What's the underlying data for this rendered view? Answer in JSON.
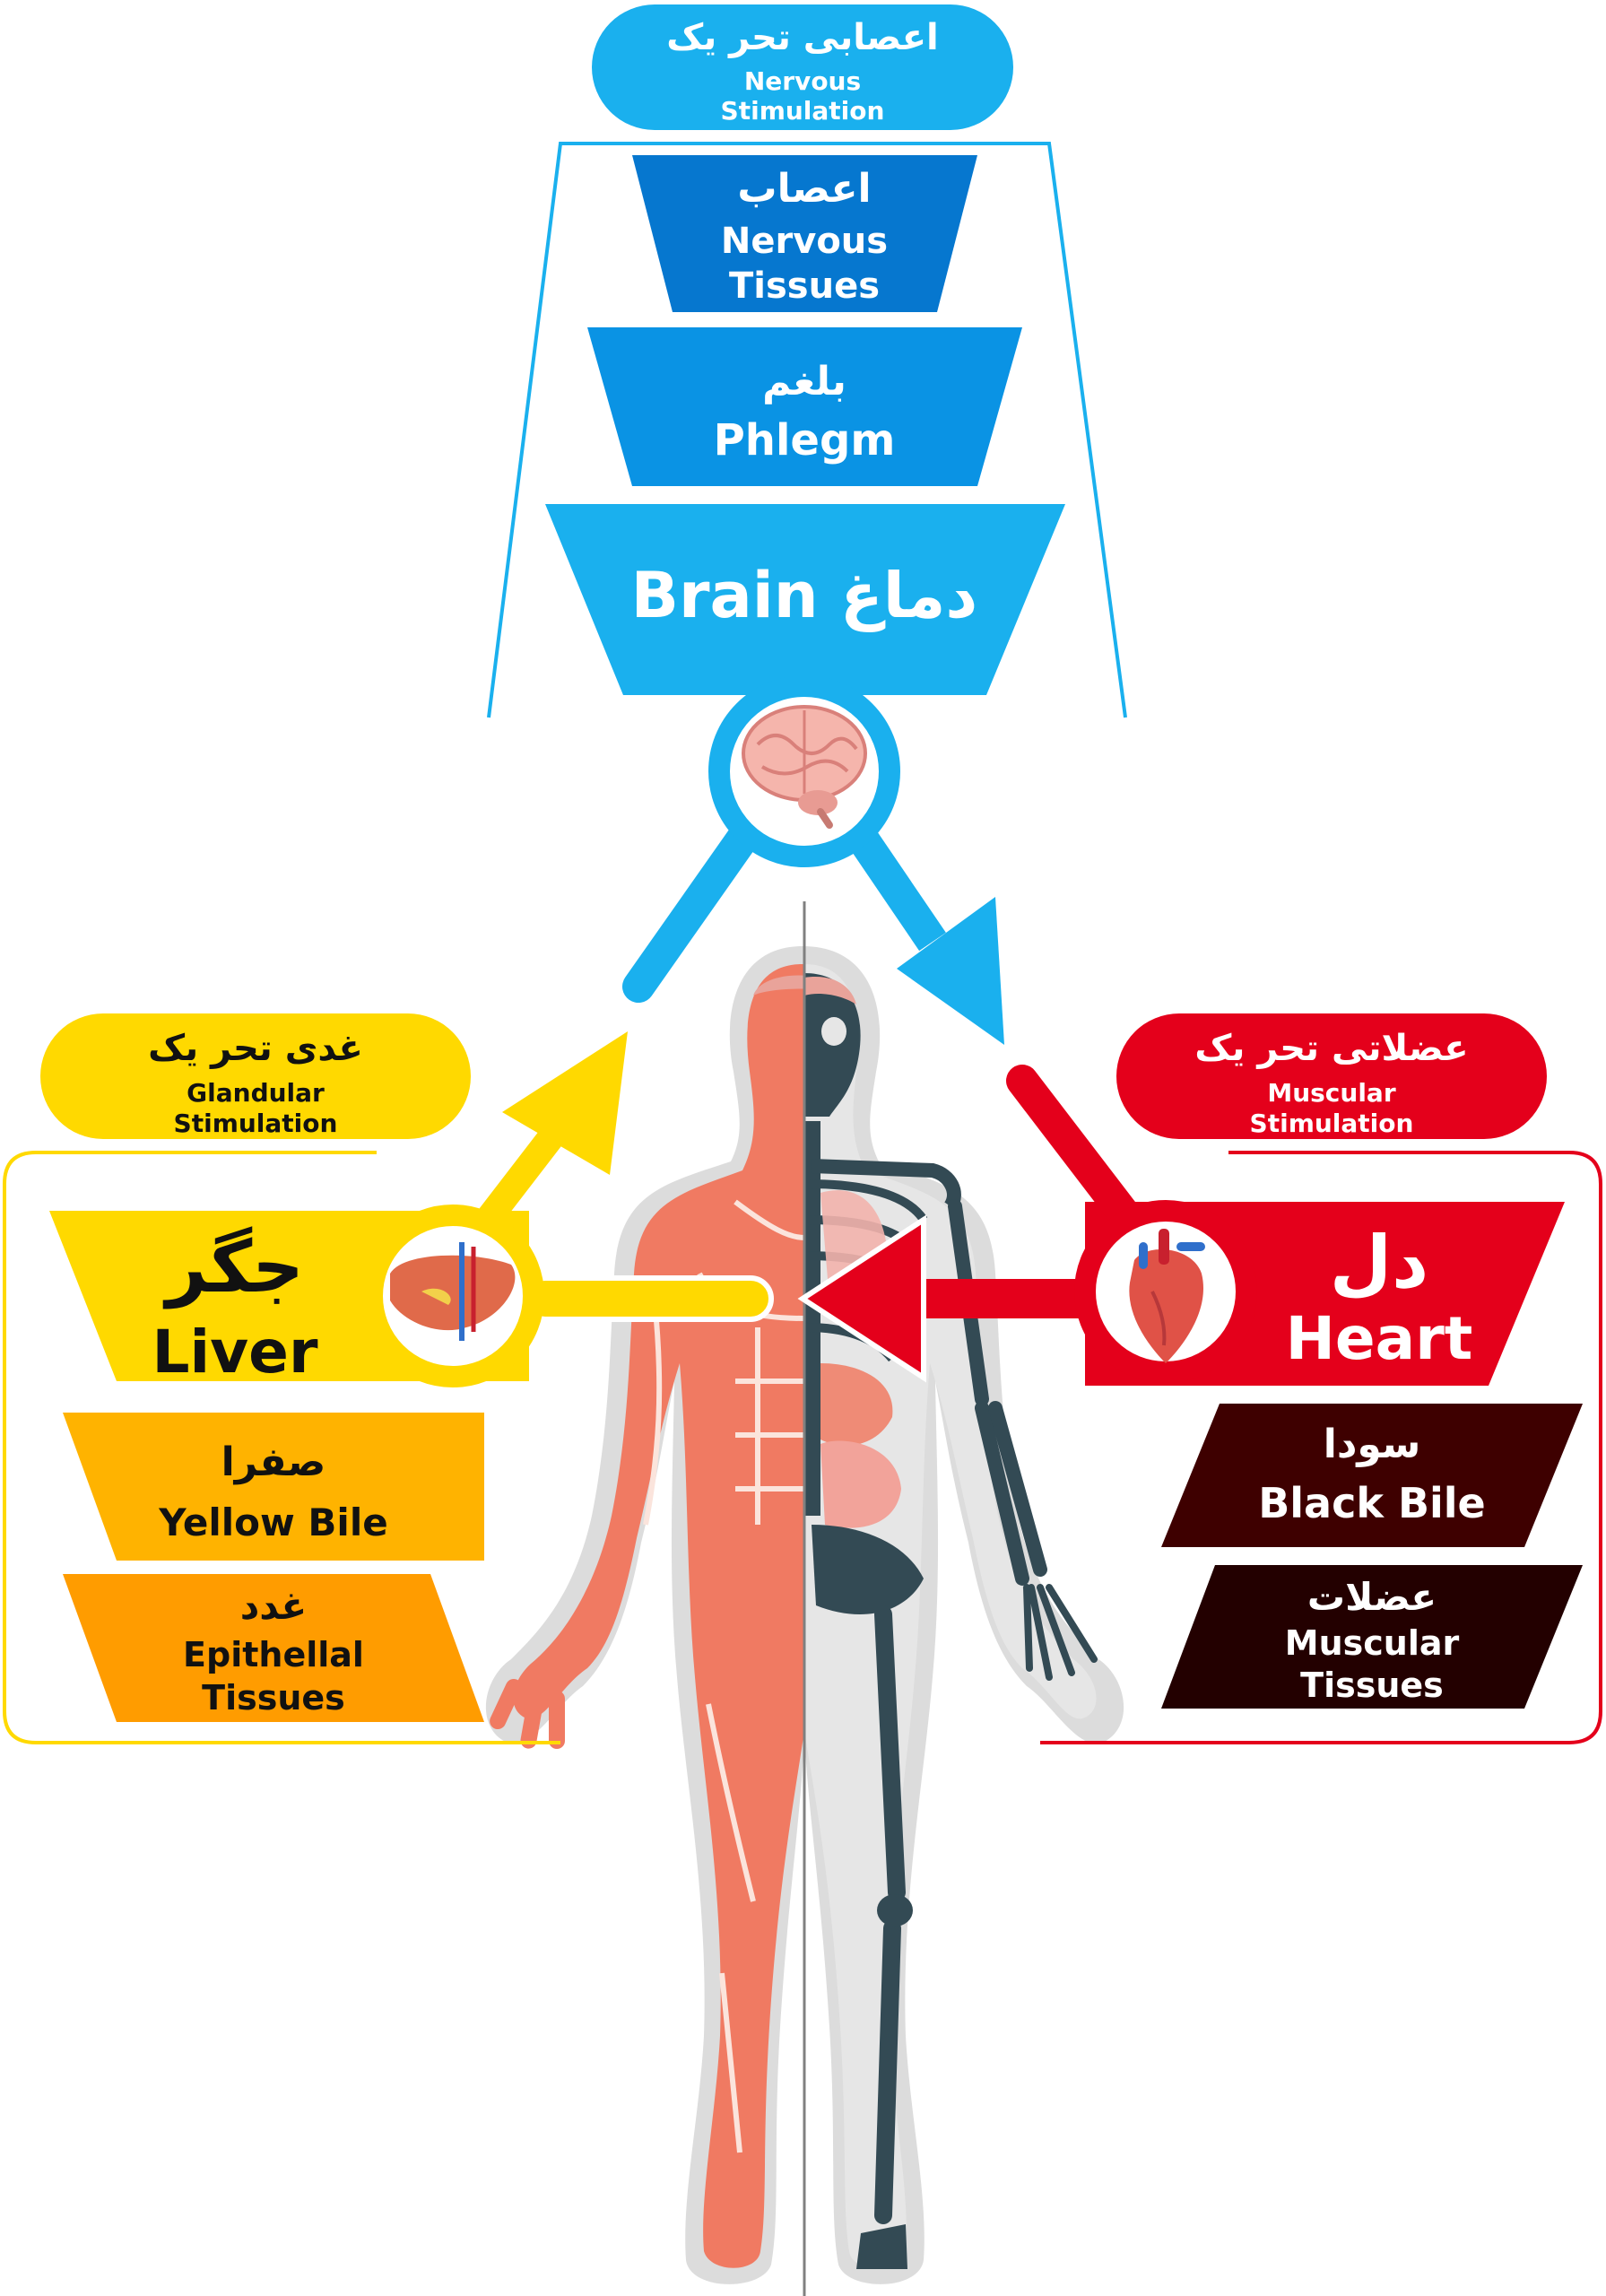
{
  "nervous": {
    "header_fa": "اعصابی تحر یک",
    "header_en_1": "Nervous",
    "header_en_2": "Stimulation",
    "tier1_fa": "اعصاب",
    "tier1_en_1": "Nervous",
    "tier1_en_2": "Tissues",
    "tier2_fa": "بلغم",
    "tier2_en": "Phlegm",
    "organ": "Brain دماغ"
  },
  "glandular": {
    "header_fa": "غدی تحر یک",
    "header_en_1": "Glandular",
    "header_en_2": "Stimulation",
    "organ_fa": "جگر",
    "organ_en": "Liver",
    "tier1_fa": "صفرا",
    "tier1_en": "Yellow Bile",
    "tier2_fa": "غدد",
    "tier2_en_1": "Epithellal",
    "tier2_en_2": "Tissues"
  },
  "muscular": {
    "header_fa": "عضلاتی تحر یک",
    "header_en_1": "Muscular",
    "header_en_2": "Stimulation",
    "organ_fa": "دل",
    "organ_en": "Heart",
    "tier1_fa": "سودا",
    "tier1_en": "Black Bile",
    "tier2_fa": "عضلات",
    "tier2_en_1": "Muscular",
    "tier2_en_2": "Tissues"
  },
  "colors": {
    "blue_light": "#1AB0EE",
    "blue_mid": "#0A93E4",
    "blue_dark": "#0677CF",
    "yellow": "#FFD900",
    "orange_light": "#FFB300",
    "orange": "#FF9C00",
    "red": "#E4001B",
    "maroon": "#3E0000",
    "maroon_dark": "#230000",
    "muscle": "#F07A62",
    "skeleton": "#334A54"
  },
  "icons": [
    "brain-icon",
    "liver-icon",
    "heart-icon"
  ]
}
